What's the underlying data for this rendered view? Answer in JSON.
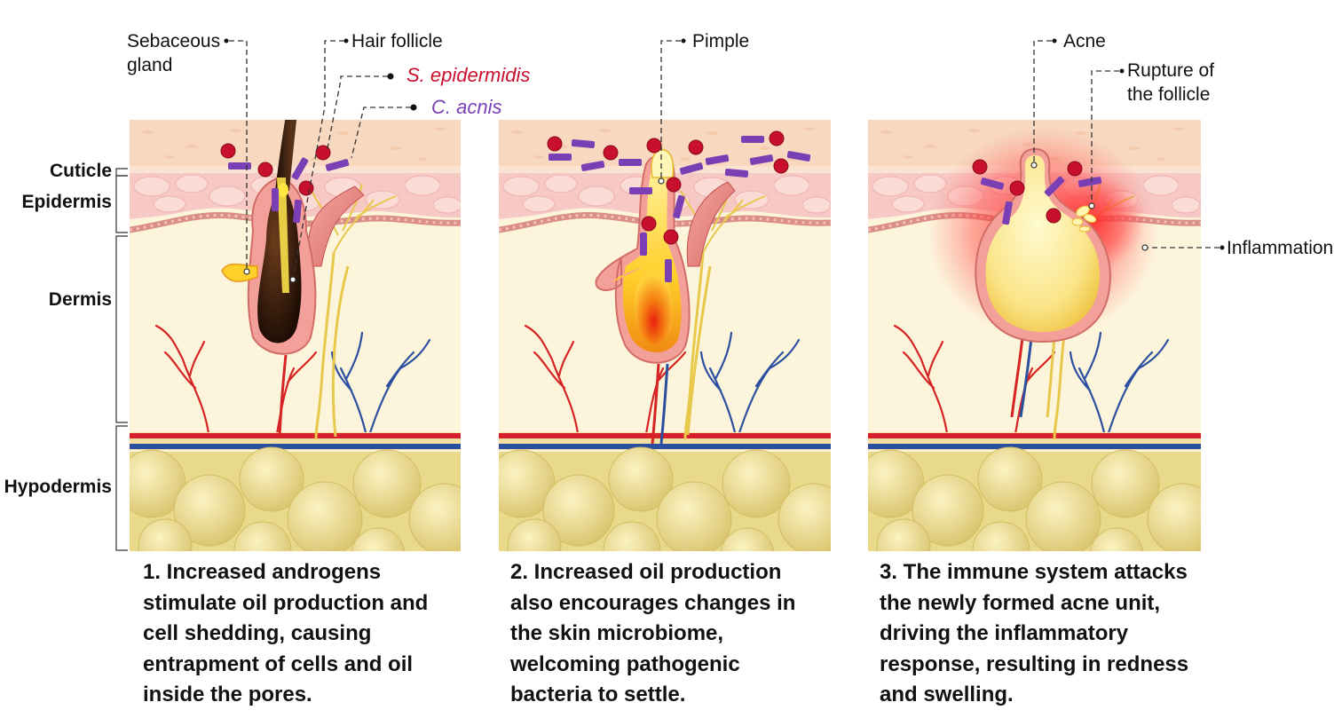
{
  "layers": {
    "cuticle": "Cuticle",
    "epidermis": "Epidermis",
    "dermis": "Dermis",
    "hypodermis": "Hypodermis"
  },
  "labels": {
    "sebaceous_gland": [
      "Sebaceous",
      "gland"
    ],
    "hair_follicle": "Hair follicle",
    "s_epidermidis": "S. epidermidis",
    "c_acnis": "C. acnis",
    "pimple": "Pimple",
    "acne": "Acne",
    "rupture": [
      "Rupture of",
      "the follicle"
    ],
    "inflammation": "Inflammation"
  },
  "captions": [
    "1. Increased androgens stimulate oil production and cell shedding, causing entrapment of cells and oil inside the pores.",
    "2. Increased oil production also encourages changes in the skin microbiome, welcoming pathogenic bacteria to settle.",
    "3. The immune system attacks the newly formed acne unit, driving the inflammatory response, resulting in redness and swelling."
  ],
  "colors": {
    "s_epidermidis": "#c8102e",
    "c_acnis": "#7a3fb5",
    "skin_surface": "#f8d9c0",
    "epidermis": "#f6c9c4",
    "dermis": "#fdf4dc",
    "hypodermis": "#e9d98a",
    "artery": "#d8202c",
    "vein": "#2b4fa0"
  }
}
